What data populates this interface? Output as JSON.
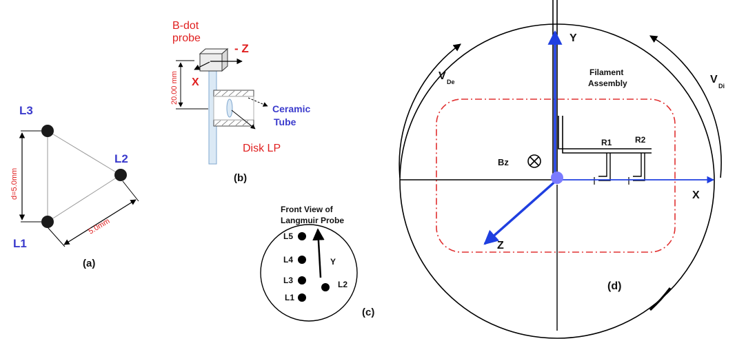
{
  "colors": {
    "blue_label": "#3a3acc",
    "red_label": "#e02020",
    "axis_blue": "#1f3fe0",
    "dashed_red": "#e03030"
  },
  "panel_a": {
    "caption": "(a)",
    "probes": [
      "L3",
      "L2",
      "L1"
    ],
    "vertical_dim": "d=5.0mm",
    "diagonal_dim": "5.0mm"
  },
  "panel_b": {
    "caption": "(b)",
    "probe_title_line1": "B-dot",
    "probe_title_line2": "probe",
    "minus_z": "- Z",
    "x_label": "X",
    "height_dim": "20.00 mm",
    "ceramic_line1": "Ceramic",
    "ceramic_line2": "Tube",
    "disk_lp": "Disk LP"
  },
  "panel_c": {
    "caption": "(c)",
    "title_line1": "Front View of",
    "title_line2": "Langmuir Probe",
    "probes": [
      "L5",
      "L4",
      "L3",
      "L1",
      "L2"
    ],
    "y_label": "Y"
  },
  "panel_d": {
    "caption": "(d)",
    "y_axis": "Y",
    "x_axis": "X",
    "z_axis": "Z",
    "v_de_main": "V",
    "v_de_sub": "De",
    "v_di_main": "V",
    "v_di_sub": "Di",
    "filament_line1": "Filament",
    "filament_line2": "Assembly",
    "bz": "Bz",
    "r1": "R1",
    "r2": "R2"
  }
}
